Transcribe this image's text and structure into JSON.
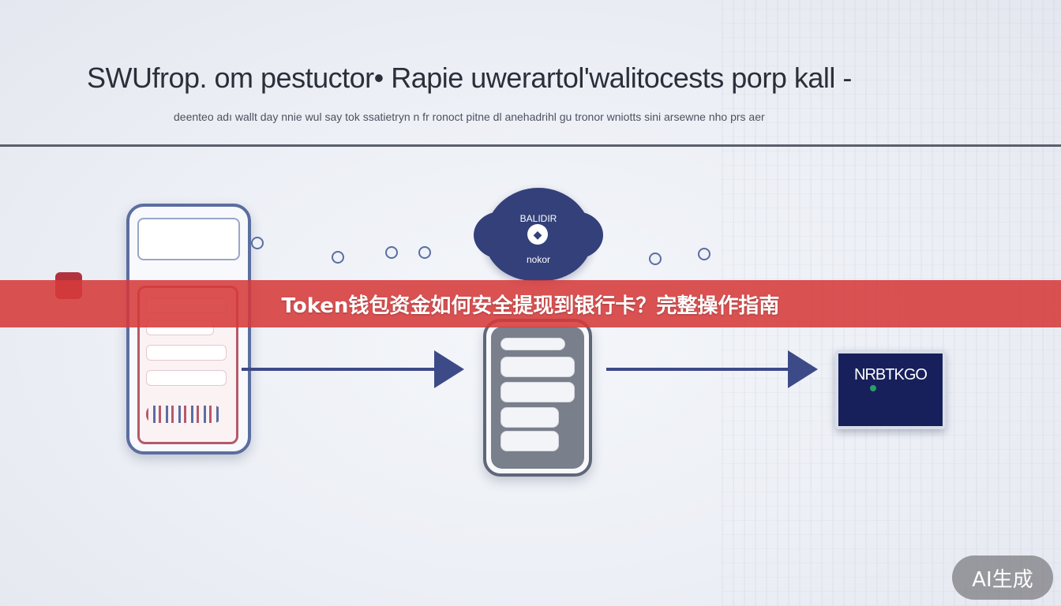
{
  "header": {
    "title": "SWUfrop. om pestuctor• Rapie uwerartol'walitocests porp kall -",
    "subtitle": "deenteo adı wallt day nnie wul say tok ssatietryn n fr ronoct pitne dl anehadrihl gu tronor wniotts sini arsewne nho prs aer"
  },
  "diagram": {
    "cloud_top_label": "BALIDIR",
    "cloud_bottom_label": "nokor",
    "bank_card_label": "NRBTKGO",
    "colors": {
      "arrow": "#3d4a88",
      "cloud": "#34407a",
      "card": "#17205a",
      "phone_accent": "#b45a6a"
    }
  },
  "banner": {
    "text": "Token钱包资金如何安全提现到银行卡？完整操作指南"
  },
  "badge": {
    "label": "AI生成"
  }
}
